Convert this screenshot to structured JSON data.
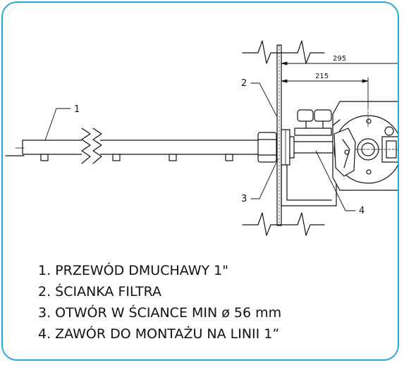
{
  "dimensions": {
    "outer": "295",
    "inner": "215"
  },
  "callouts": [
    "1",
    "2",
    "3",
    "4"
  ],
  "legend": [
    "1. PRZEWÓD DMUCHAWY 1\"",
    "2. ŚCIANKA FILTRA",
    "3. OTWÓR W ŚCIANCE MIN ø 56 mm",
    "4. ZAWÓR DO MONTAŻU NA LINII 1”"
  ],
  "colors": {
    "frame_border": "#2aa7e1",
    "line": "#111111"
  }
}
